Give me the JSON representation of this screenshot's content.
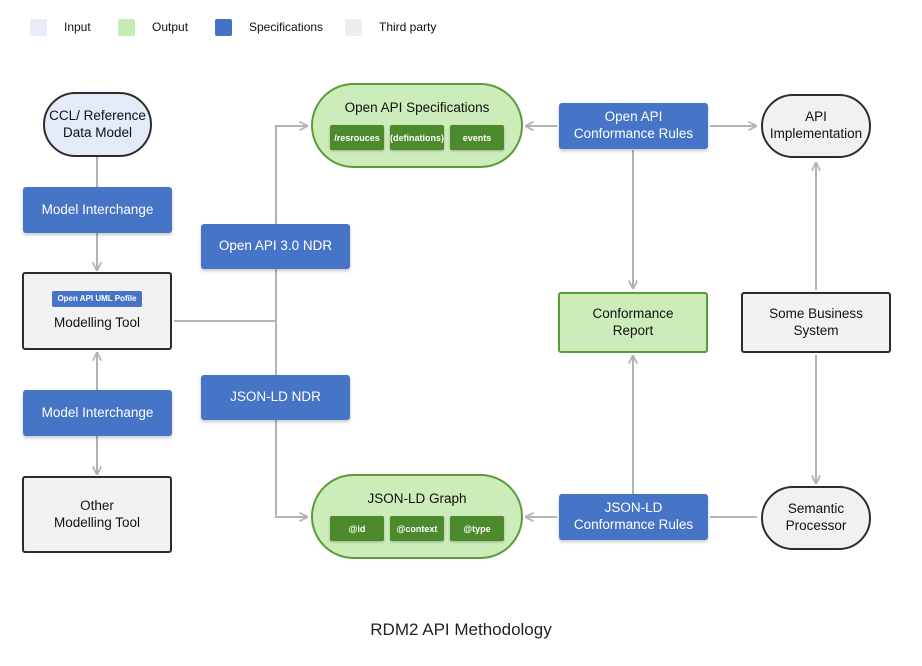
{
  "legend": [
    {
      "label": "Input",
      "color": "#e6edfa"
    },
    {
      "label": "Output",
      "color": "#c7ebb5"
    },
    {
      "label": "Specifications",
      "color": "#4472c4"
    },
    {
      "label": "Third party",
      "color": "#eeeeee"
    }
  ],
  "nodes": {
    "ccl_reference_data_model": "CCL/ Reference\nData Model",
    "model_interchange_top": "Model Interchange",
    "modelling_tool": "Modelling Tool",
    "open_api_uml_profile": "Open API UML Pofile",
    "model_interchange_bottom": "Model Interchange",
    "other_modelling_tool": "Other\nModelling Tool",
    "open_api_ndr": "Open API 3.0 NDR",
    "json_ld_ndr": "JSON-LD NDR",
    "open_api_specifications": {
      "label": "Open API Specifications",
      "chips": [
        "/resrouces",
        "(definations)",
        "events"
      ]
    },
    "json_ld_graph": {
      "label": "JSON-LD Graph",
      "chips": [
        "@id",
        "@context",
        "@type"
      ]
    },
    "open_api_conformance_rules": "Open API\nConformance Rules",
    "json_ld_conformance_rules": "JSON-LD\nConformance Rules",
    "conformance_report": "Conformance\nReport",
    "api_implementation": "API\nImplementation",
    "some_business_system": "Some Business\nSystem",
    "semantic_processor": "Semantic\nProcessor"
  },
  "caption": "RDM2 API Methodology"
}
